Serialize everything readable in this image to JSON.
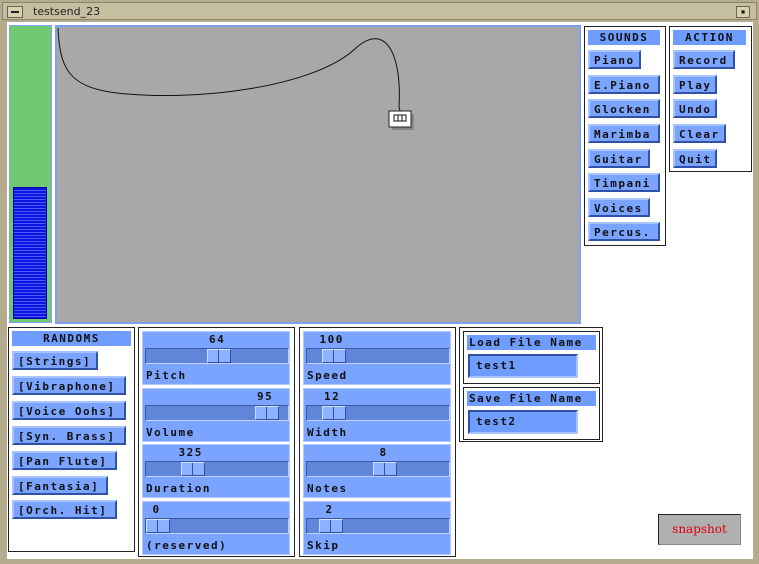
{
  "window": {
    "title": "testsend_23"
  },
  "sounds": {
    "header": "SOUNDS",
    "items": [
      "Piano",
      "E.Piano",
      "Glocken",
      "Marimba",
      "Guitar",
      "Timpani",
      "Voices",
      "Percus."
    ]
  },
  "action": {
    "header": "ACTION",
    "items": [
      "Record",
      "Play",
      "Undo",
      "Clear",
      "Quit"
    ]
  },
  "randoms": {
    "header": "RANDOMS",
    "items": [
      "[Strings]",
      "[Vibraphone]",
      "[Voice Oohs]",
      "[Syn. Brass]",
      "[Pan Flute]",
      "[Fantasia]",
      "[Orch. Hit]"
    ]
  },
  "sliders_left": [
    {
      "label": "Pitch",
      "value": "64",
      "position": 0.52
    },
    {
      "label": "Volume",
      "value": "95",
      "position": 0.92
    },
    {
      "label": "Duration",
      "value": "325",
      "position": 0.3
    },
    {
      "label": "(reserved)",
      "value": "0",
      "position": 0.0
    }
  ],
  "sliders_right": [
    {
      "label": "Speed",
      "value": "100",
      "position": 0.13
    },
    {
      "label": "Width",
      "value": "12",
      "position": 0.13
    },
    {
      "label": "Notes",
      "value": "8",
      "position": 0.56
    },
    {
      "label": "Skip",
      "value": "2",
      "position": 0.1
    }
  ],
  "files": {
    "load_label": "Load File Name",
    "load_value": "test1",
    "save_label": "Save File Name",
    "save_value": "test2"
  },
  "snapshot_label": "snapshot",
  "meter": {
    "level": 0.45
  }
}
